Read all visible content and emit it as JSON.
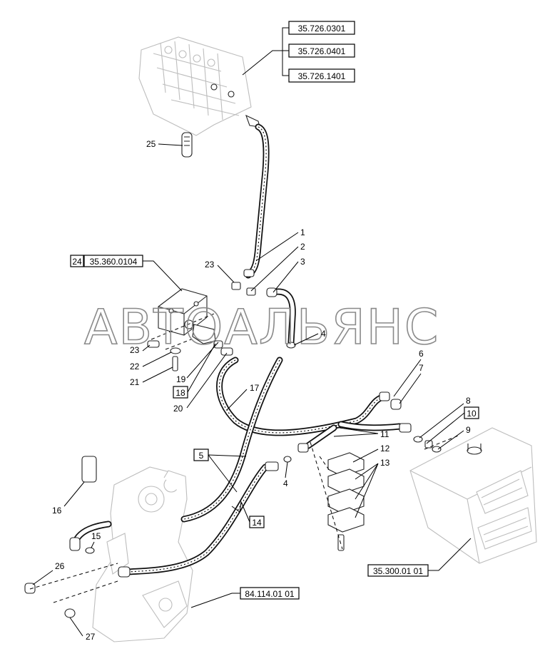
{
  "watermark": "АВТОАЛЬЯНС",
  "references": {
    "valve_top_1": "35.726.0301",
    "valve_top_2": "35.726.0401",
    "valve_top_3": "35.726.1401",
    "block": "35.360.0104",
    "block_item": "24",
    "tank": "35.300.01 01",
    "frame": "84.114.01 01"
  },
  "boxed_callouts": {
    "b18": "18",
    "b5": "5",
    "b14": "14",
    "b10": "10"
  },
  "callouts": {
    "c1": "1",
    "c2": "2",
    "c3": "3",
    "c4a": "4",
    "c4b": "4",
    "c6": "6",
    "c7": "7",
    "c8": "8",
    "c9": "9",
    "c11": "11",
    "c12": "12",
    "c13": "13",
    "c15": "15",
    "c16": "16",
    "c17": "17",
    "c19": "19",
    "c20": "20",
    "c21": "21",
    "c22": "22",
    "c23a": "23",
    "c23b": "23",
    "c25": "25",
    "c26": "26",
    "c27": "27"
  }
}
